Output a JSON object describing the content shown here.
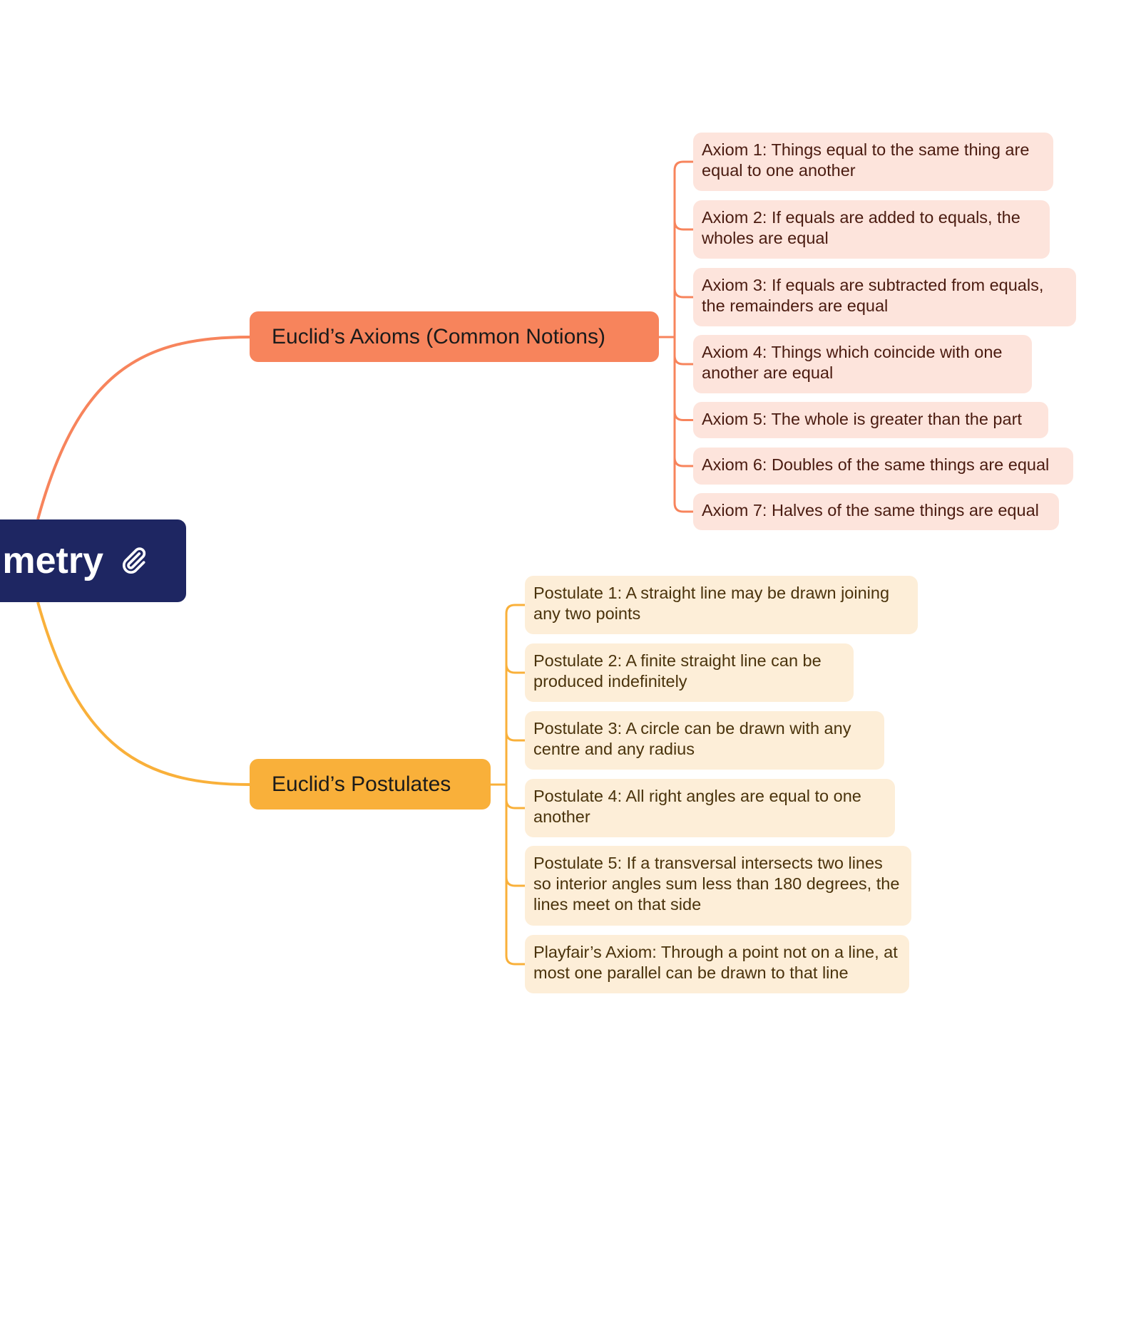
{
  "central": {
    "label": "metry",
    "icon": "paperclip-icon"
  },
  "colors": {
    "central": "#1E2662",
    "axioms": "#F7845C",
    "postulates": "#F9B03A",
    "axiom_leaf": "#FDE4DC",
    "postulate_leaf": "#FDEED8"
  },
  "axioms": {
    "label": "Euclid’s Axioms (Common Notions)",
    "items": [
      "Axiom 1: Things equal to the same thing are equal to one another",
      "Axiom 2: If equals are added to equals, the wholes are equal",
      "Axiom 3: If equals are subtracted from equals, the remainders are equal",
      "Axiom 4: Things which coincide with one another are equal",
      "Axiom 5: The whole is greater than the part",
      "Axiom 6: Doubles of the same things are equal",
      "Axiom 7: Halves of the same things are equal"
    ]
  },
  "postulates": {
    "label": "Euclid’s Postulates",
    "items": [
      "Postulate 1: A straight line may be drawn joining any two points",
      "Postulate 2: A finite straight line can be produced indefinitely",
      "Postulate 3: A circle can be drawn with any centre and any radius",
      "Postulate 4: All right angles are equal to one another",
      "Postulate 5: If a transversal intersects two lines so interior angles sum less than 180 degrees, the lines meet on that side",
      "Playfair’s Axiom: Through a point not on a line, at most one parallel can be drawn to that line"
    ]
  }
}
